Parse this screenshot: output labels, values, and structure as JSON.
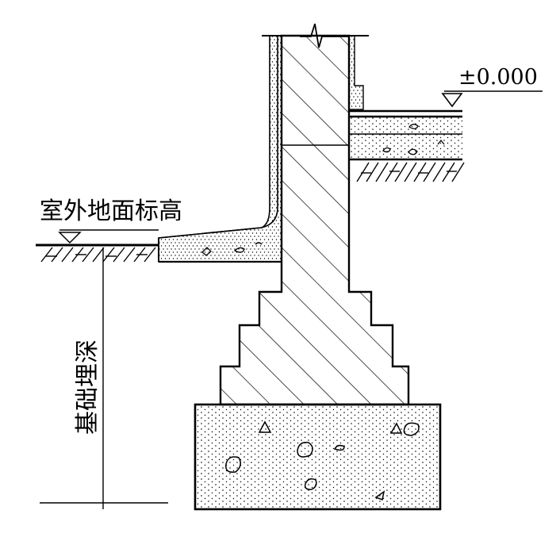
{
  "labels": {
    "floor_level": "±0.000",
    "outdoor_ground_elevation": "室外地面标高",
    "foundation_depth": "基础埋深"
  },
  "colors": {
    "stroke": "#000000",
    "background": "#ffffff"
  }
}
